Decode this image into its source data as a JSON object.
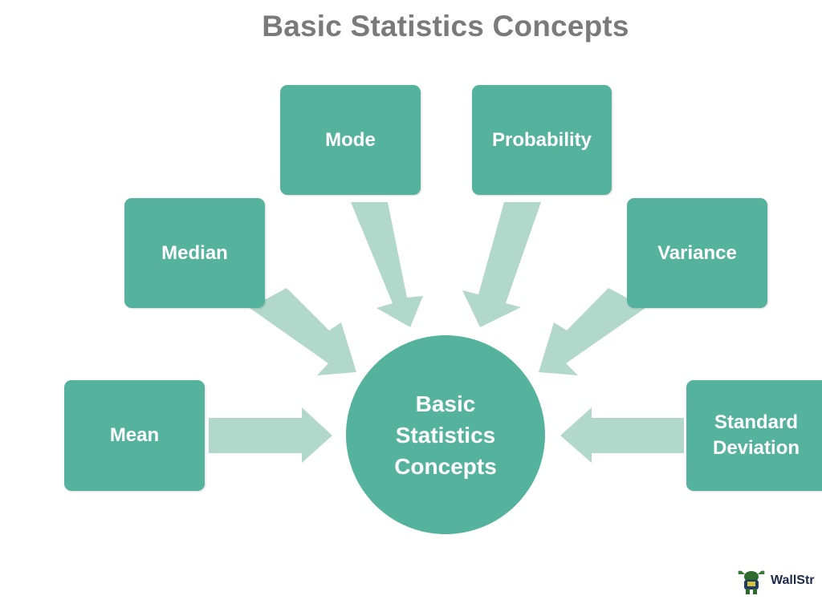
{
  "title": "Basic Statistics Concepts",
  "center": {
    "line1": "Basic",
    "line2": "Statistics",
    "line3": "Concepts"
  },
  "nodes": {
    "mean": "Mean",
    "median": "Median",
    "mode": "Mode",
    "probability": "Probability",
    "variance": "Variance",
    "std_line1": "Standard",
    "std_line2": "Deviation"
  },
  "logo": {
    "text": "WallStr"
  },
  "colors": {
    "box": "#55b29d",
    "arrow": "#b2d8cc",
    "title": "#7a7a7a"
  }
}
